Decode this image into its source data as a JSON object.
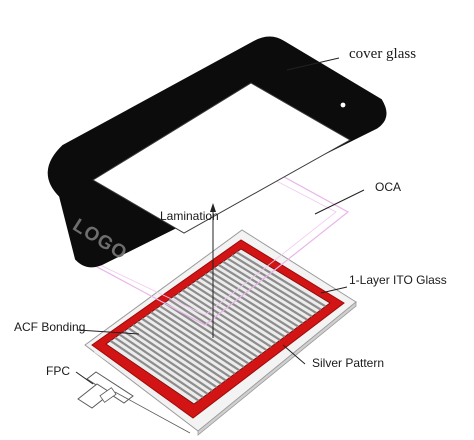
{
  "labels": {
    "cover_glass": "cover glass",
    "oca": "OCA",
    "lamination": "Lamination",
    "ito_glass": "1-Layer  ITO Glass",
    "acf_bonding": "ACF Bonding",
    "silver_pattern": "Silver  Pattern",
    "fpc": "FPC"
  },
  "logo_text": "LOGO",
  "colors": {
    "cover_glass": "#0c0c0c",
    "oca_outline": "#e9b5e9",
    "silver_trace": "#8d8d8d",
    "silver_frame": "#d21414",
    "glass_outline": "#9a9a9a",
    "callout_line": "#222222"
  }
}
